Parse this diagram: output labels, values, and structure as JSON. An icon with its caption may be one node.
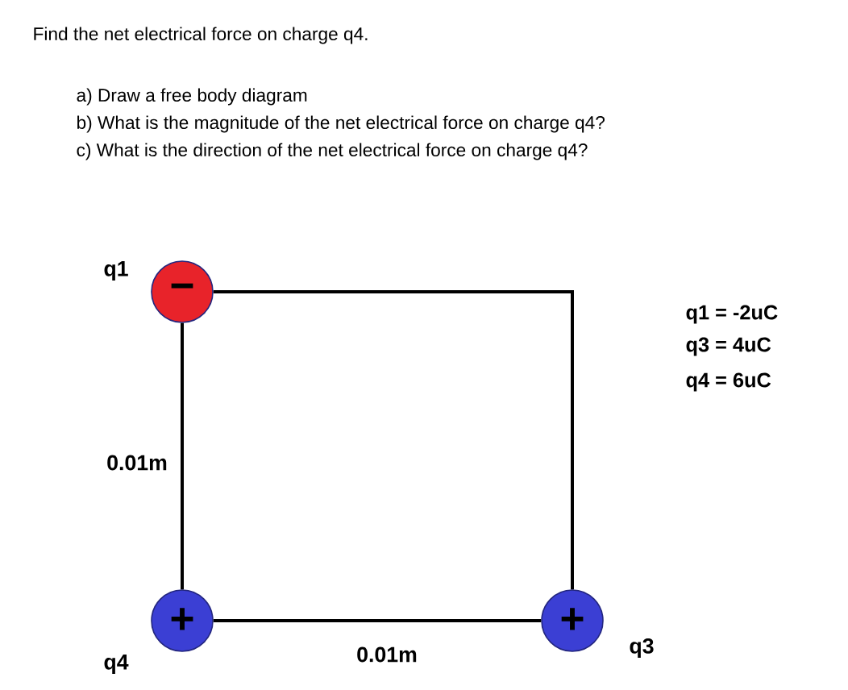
{
  "diagram": {
    "title": "Find the net electrical force on charge q4.",
    "nodes": [
      {
        "text": [
          "−"
        ],
        "beside": [
          "q1"
        ]
      },
      {
        "text": [
          "+"
        ],
        "beside": [
          "q4"
        ]
      },
      {
        "text": [
          "+"
        ],
        "beside": [
          "q3"
        ]
      }
    ],
    "edges": [
      {
        "from": 0,
        "to": 1,
        "arrow": "none",
        "label": "0.01m"
      },
      {
        "from": 1,
        "to": 2,
        "arrow": "none",
        "label": "0.01m"
      },
      {
        "from": 0,
        "to": 2,
        "arrow": "none"
      }
    ],
    "labels": [
      "a) Draw a free body diagram",
      "b) What is the magnitude of the net electrical force on charge q4?",
      "c) What is the direction of the net electrical force on charge q4?",
      "q1 = -2uC",
      "q3 = 4uC",
      "q4 = 6uC"
    ]
  }
}
